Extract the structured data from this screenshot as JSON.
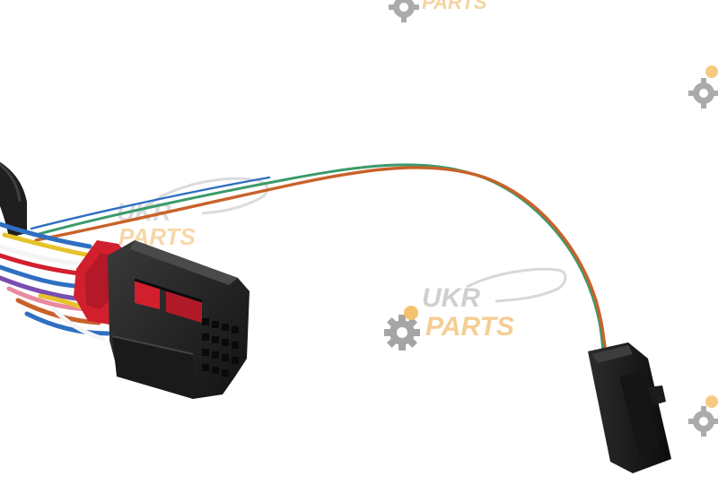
{
  "photo": {
    "subject": "wiring harness with connectors",
    "background_color": "#ffffff"
  },
  "watermark": {
    "line1": "UKR",
    "line2": "PARTS",
    "text_color": "#bfbfbf",
    "accent_color": "#f2b44a",
    "gear_color": "#8f8f8f",
    "icon": "gear-icon"
  },
  "wire_colors": {
    "orange_brown": "#c8622a",
    "green": "#3a9a6a",
    "blue": "#2f6fc2",
    "red": "#d21f2e",
    "violet": "#7a4db0",
    "yellow": "#e7c22a",
    "white": "#f4f4f4",
    "pink": "#e88aa0"
  }
}
